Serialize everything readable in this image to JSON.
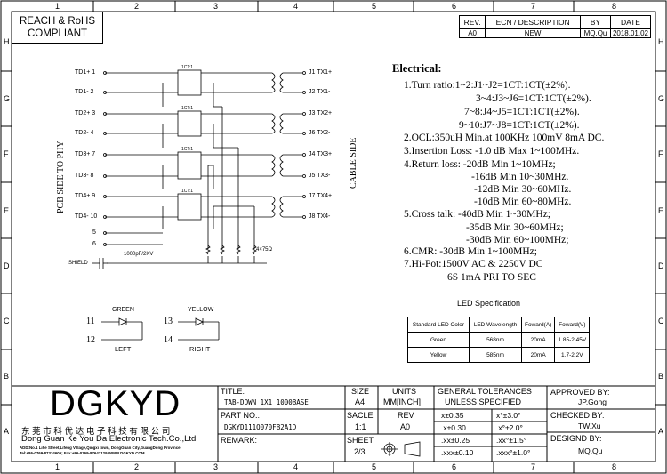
{
  "border": {
    "columns": [
      "1",
      "2",
      "3",
      "4",
      "5",
      "6",
      "7",
      "8"
    ],
    "rows": [
      "H",
      "G",
      "F",
      "E",
      "D",
      "C",
      "B",
      "A"
    ]
  },
  "compliance": {
    "line1": "REACH & RoHS",
    "line2": "COMPLIANT"
  },
  "revision_table": {
    "headers": [
      "REV.",
      "ECN / DESCRIPTION",
      "BY",
      "DATE"
    ],
    "row": [
      "A0",
      "NEW",
      "MQ.Qu",
      "2018.01.02"
    ]
  },
  "schematic": {
    "pcb_side_label": "PCB SIDE TO PHY",
    "cable_side_label": "CABLE SIDE",
    "left_pins": [
      "TD1+ 1",
      "TD1- 2",
      "TD2+ 3",
      "TD2- 4",
      "TD3+ 7",
      "TD3- 8",
      "TD4+ 9",
      "TD4- 10",
      "5",
      "6"
    ],
    "right_pins": [
      "J1 TX1+",
      "J2 TX1-",
      "J3 TX2+",
      "J6 TX2-",
      "J4 TX3+",
      "J5 TX3-",
      "J7 TX4+",
      "J8 TX4-"
    ],
    "ratio_label": "1CT:1",
    "cap_label": "1000pF/2KV",
    "res_label": "4×75Ω",
    "shield_label": "SHIELD"
  },
  "led": {
    "green_label": "GREEN",
    "yellow_label": "YELLOW",
    "green_pins": [
      "11",
      "12"
    ],
    "yellow_pins": [
      "13",
      "14"
    ],
    "left_label": "LEFT",
    "right_label": "RIGHT"
  },
  "electrical": {
    "title": "Electrical:",
    "lines": [
      "1.Turn ratio:1~2:J1~J2=1CT:1CT(±2%).",
      "3~4:J3~J6=1CT:1CT(±2%).",
      "7~8:J4~J5=1CT:1CT(±2%).",
      "9~10:J7~J8=1CT:1CT(±2%).",
      "2.OCL:350uH Min.at 100KHz 100mV 8mA DC.",
      "3.Insertion Loss: -1.0 dB Max 1~100MHz.",
      "4.Return loss: -20dB Min 1~10MHz;",
      "-16dB Min 10~30MHz.",
      "-12dB Min 30~60MHz.",
      "-10dB Min 60~80MHz.",
      "5.Cross talk: -40dB Min 1~30MHz;",
      "-35dB Min 30~60MHz;",
      "-30dB Min 60~100MHz;",
      "6.CMR: -30dB Min 1~100MHz;",
      "7.Hi-Pot:1500V AC & 2250V DC",
      "6S 1mA PRI TO SEC"
    ]
  },
  "led_spec": {
    "title": "LED Specification",
    "headers": [
      "Standard LED Color",
      "LED Wavelength",
      "Foward(A)",
      "Foward(V)"
    ],
    "rows": [
      [
        "Green",
        "568nm",
        "20mA",
        "1.85-2.45V"
      ],
      [
        "Yellow",
        "585nm",
        "20mA",
        "1.7-2.2V"
      ]
    ]
  },
  "title_block": {
    "logo": "DGKYD",
    "company_cn": "东 莞 市 科 优 达 电 子 科 技 有 限 公 司",
    "company_en": "Dong Guan Ke You Da Electronic Tech.Co.,Ltd",
    "address": "ADD:No.1 Lihe Street,Lifeng Village,Qingxi town, DongGuan City,GuangDong Province",
    "contact": "Tel:+86-0769-87334606; Fax:+86-0769-87647129  WWW.DGKYD.COM",
    "title_label": "TITLE:",
    "title_value": "TAB-DOWN 1X1 1000BASE",
    "size_label": "SIZE",
    "size_value": "A4",
    "units_label": "UNITS",
    "units_value": "MM[INCH]",
    "tol_title1": "GENERAL TOLERANCES",
    "tol_title2": "UNLESS SPECIFIED",
    "tol_rows": [
      [
        "x±0.35",
        "x°±3.0°"
      ],
      [
        ".x±0.30",
        ".x°±2.0°"
      ],
      [
        ".xx±0.25",
        ".xx°±1.5°"
      ],
      [
        ".xxx±0.10",
        ".xxx°±1.0°"
      ]
    ],
    "part_label": "PART NO.:",
    "part_value": "DGKYD111Q070FB2A1D",
    "scale_label": "SACLE",
    "scale_value": "1:1",
    "rev_label": "REV",
    "rev_value": "A0",
    "remark_label": "REMARK:",
    "sheet_label": "SHEET",
    "sheet_value": "2/3",
    "approved_label": "APPROVED BY:",
    "approved_value": "JP.Gong",
    "checked_label": "CHECKED BY:",
    "checked_value": "TW.Xu",
    "designed_label": "DESIGND BY:",
    "designed_value": "MQ.Qu"
  }
}
